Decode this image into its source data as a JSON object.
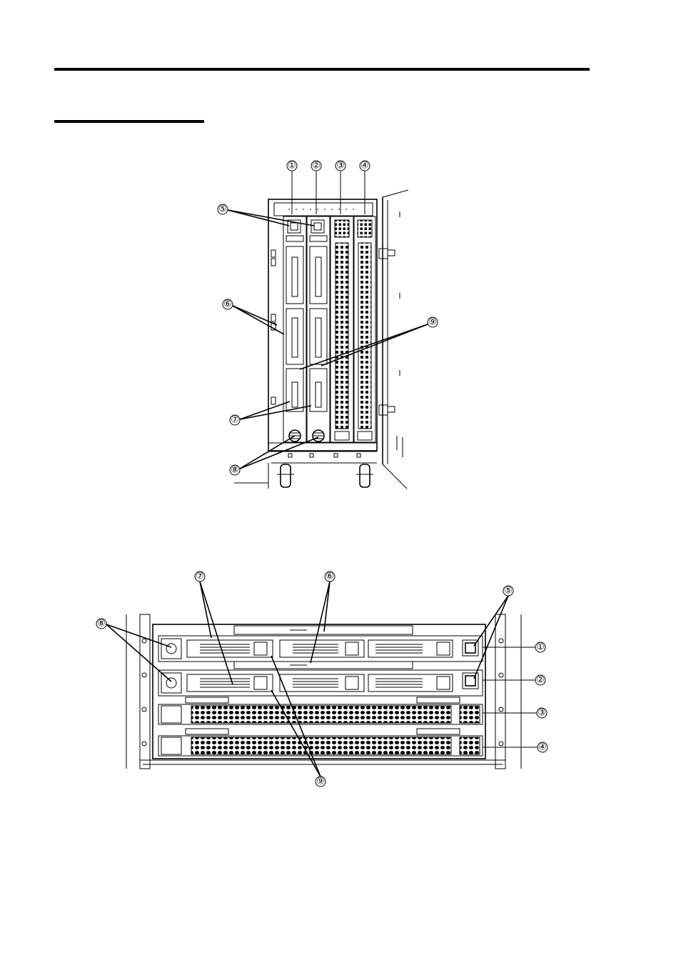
{
  "figure1": {
    "callouts": [
      "①",
      "②",
      "③",
      "④",
      "⑤",
      "⑥",
      "⑦",
      "⑧",
      "⑨"
    ]
  },
  "figure2": {
    "callouts": [
      "①",
      "②",
      "③",
      "④",
      "⑤",
      "⑥",
      "⑦",
      "⑧",
      "⑨"
    ]
  }
}
